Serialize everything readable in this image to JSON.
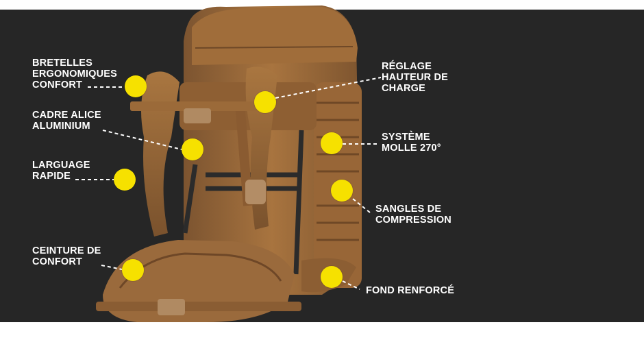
{
  "colors": {
    "background": "#ffffff",
    "panel": "#262626",
    "marker": "#f6e100",
    "label": "#ffffff",
    "fabric": "#9a6a3c"
  },
  "image": {
    "subject": "backpack-photo"
  },
  "callouts": [
    {
      "id": "bretelles",
      "text": "BRETELLES\nERGONOMIQUES\nCONFORT"
    },
    {
      "id": "cadre",
      "text": "CADRE ALICE\nALUMINIUM"
    },
    {
      "id": "larguage",
      "text": "LARGUAGE\nRAPIDE"
    },
    {
      "id": "ceinture",
      "text": "CEINTURE DE\nCONFORT"
    },
    {
      "id": "reglage",
      "text": "RÉGLAGE\nHAUTEUR DE\nCHARGE"
    },
    {
      "id": "molle",
      "text": "SYSTÈME\nMOLLE 270°"
    },
    {
      "id": "sangles",
      "text": "SANGLES DE\nCOMPRESSION"
    },
    {
      "id": "fond",
      "text": "FOND RENFORCÉ"
    }
  ]
}
